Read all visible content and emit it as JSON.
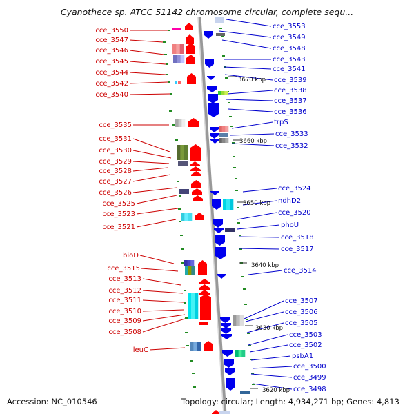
{
  "title": "Cyanothece sp. ATCC 51142 chromosome circular, complete sequ...",
  "footer": {
    "accession": "Accession: NC_010546",
    "topology": "Topology: circular; Length: 4,934,271 bp; Genes: 4,813"
  },
  "scale_labels": [
    "3670 kbp",
    "3660 kbp",
    "3650 kbp",
    "3640 kbp",
    "3630 kbp",
    "3620 kbp"
  ],
  "left_labels": [
    "cce_3550",
    "cce_3547",
    "cce_3546",
    "cce_3545",
    "cce_3544",
    "cce_3542",
    "cce_3540",
    "cce_3535",
    "cce_3531",
    "cce_3530",
    "cce_3529",
    "cce_3528",
    "cce_3527",
    "cce_3526",
    "cce_3525",
    "cce_3523",
    "cce_3521",
    "bioD",
    "cce_3515",
    "cce_3513",
    "cce_3512",
    "cce_3511",
    "cce_3510",
    "cce_3509",
    "cce_3508",
    "leuC"
  ],
  "right_labels": [
    "cce_3553",
    "cce_3549",
    "cce_3548",
    "cce_3543",
    "cce_3541",
    "cce_3539",
    "cce_3538",
    "cce_3537",
    "cce_3536",
    "trpS",
    "cce_3533",
    "cce_3532",
    "cce_3524",
    "ndhD2",
    "cce_3520",
    "phoU",
    "cce_3518",
    "cce_3517",
    "cce_3514",
    "cce_3507",
    "cce_3506",
    "cce_3505",
    "cce_3503",
    "cce_3502",
    "psbA1",
    "cce_3500",
    "cce_3499",
    "cce_3498"
  ],
  "colors": {
    "forward_strand": "#ff0000",
    "reverse_strand": "#0000ee",
    "backbone": "#999999",
    "tick": "#228b22",
    "left_label": "#cc0000",
    "right_label": "#0000cc"
  }
}
